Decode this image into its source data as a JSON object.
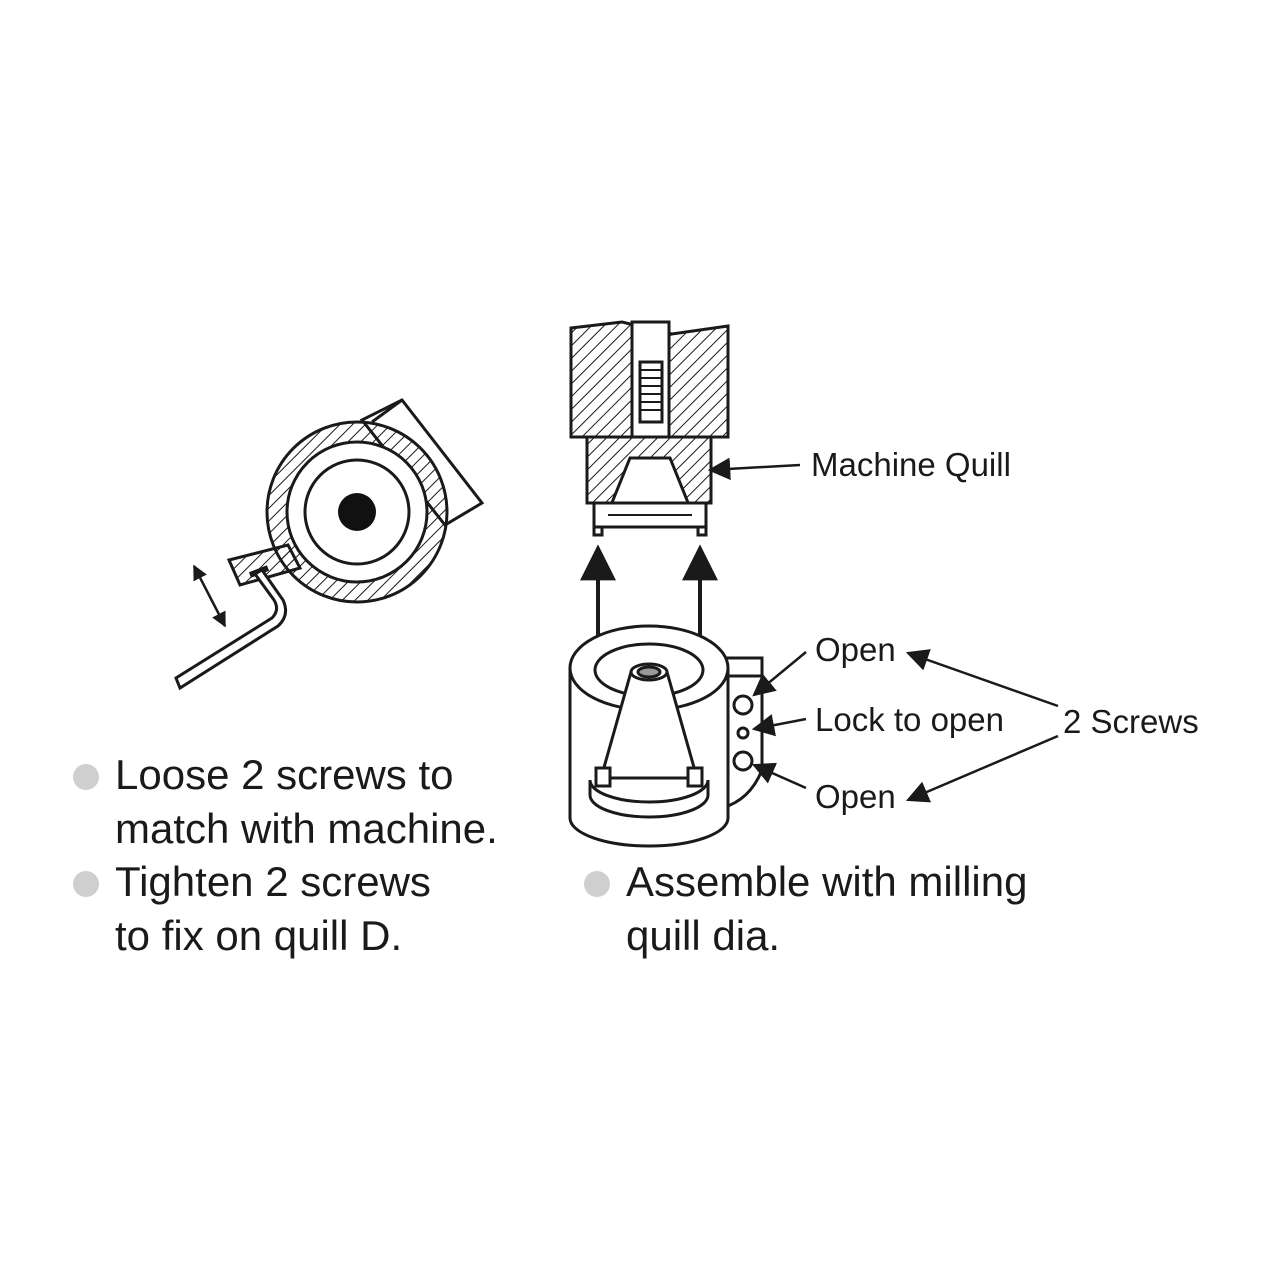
{
  "callouts": {
    "machine_quill": "Machine Quill",
    "open_top": "Open",
    "lock_to_open": "Lock to open",
    "open_bottom": "Open",
    "two_screws": "2 Screws"
  },
  "instructions": {
    "left": [
      {
        "line1": "Loose 2 screws to",
        "line2": "match with machine."
      },
      {
        "line1": "Tighten 2 screws",
        "line2": "to fix on quill D."
      }
    ],
    "right": [
      {
        "line1": "Assemble with milling",
        "line2": "quill dia."
      }
    ]
  }
}
